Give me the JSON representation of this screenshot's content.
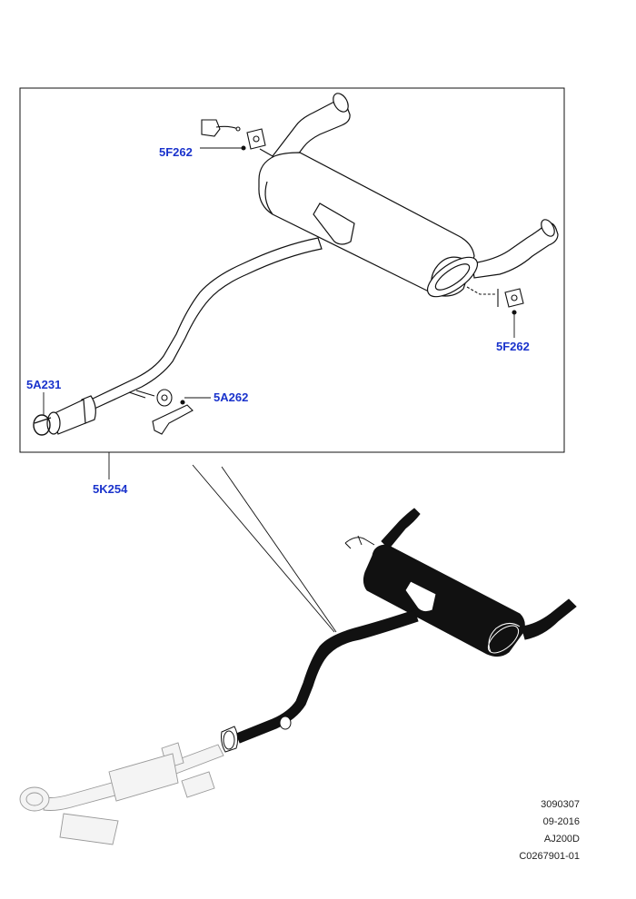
{
  "callouts": {
    "clamp_top": "5F262",
    "clamp_right": "5F262",
    "flange_clamp": "5A231",
    "isolator": "5A262",
    "assembly": "5K254"
  },
  "meta": {
    "drawing_no": "3090307",
    "date": "09-2016",
    "model": "AJ200D",
    "ref": "C0267901-01"
  },
  "colors": {
    "callout": "#1a33cc",
    "line": "#111111"
  }
}
